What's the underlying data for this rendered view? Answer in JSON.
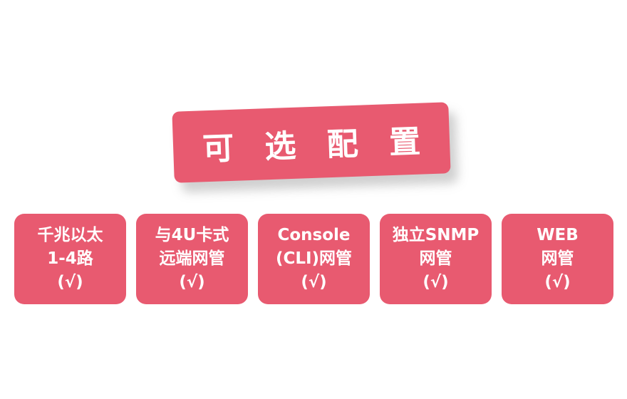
{
  "colors": {
    "accent": "#e85a70",
    "text_on_accent": "#ffffff",
    "background": "#ffffff"
  },
  "banner": {
    "title": "可 选 配 置"
  },
  "cards": [
    {
      "lines": [
        "千兆以太",
        "1-4路",
        "(√)"
      ]
    },
    {
      "lines": [
        "与4U卡式",
        "远端网管",
        "(√)"
      ]
    },
    {
      "lines": [
        "Console",
        "(CLI)网管",
        "(√)"
      ]
    },
    {
      "lines": [
        "独立SNMP",
        "网管",
        "(√)"
      ]
    },
    {
      "lines": [
        "WEB",
        "网管",
        "(√)"
      ]
    }
  ]
}
